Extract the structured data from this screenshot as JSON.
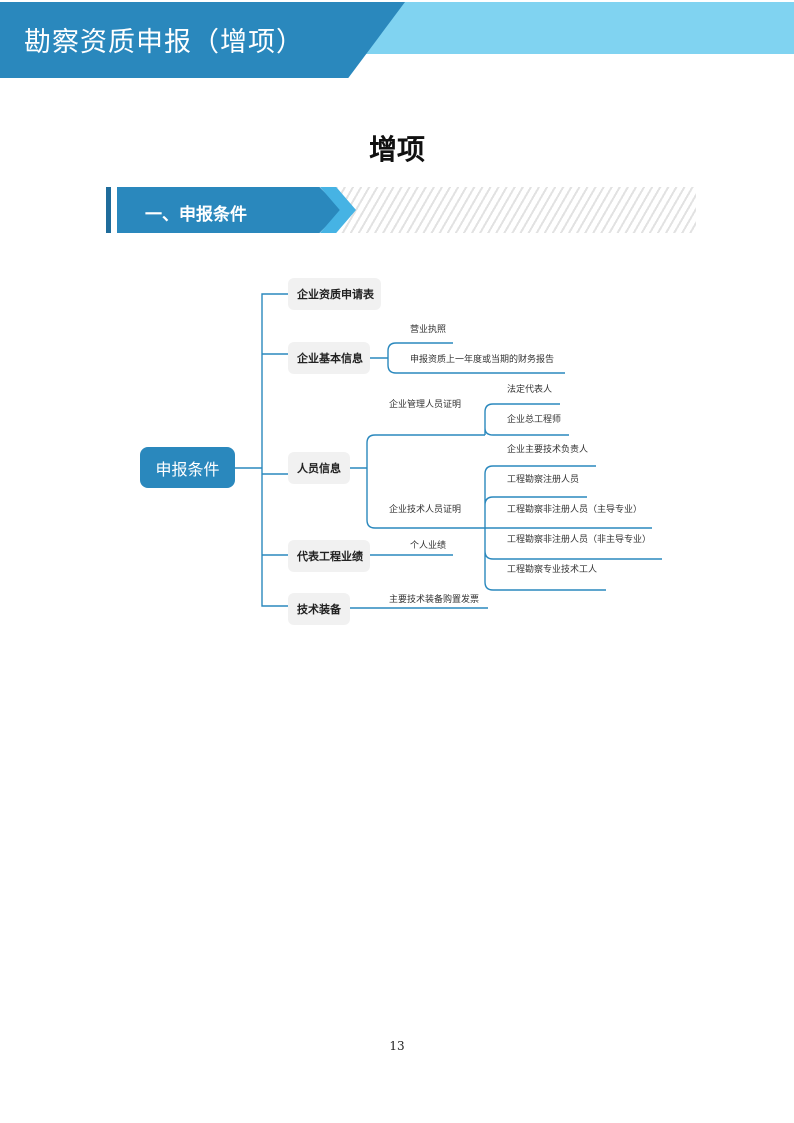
{
  "header": {
    "title": "勘察资质申报（增项）"
  },
  "page_title": "增项",
  "section": {
    "title": "一、申报条件"
  },
  "mindmap": {
    "root": "申报条件",
    "nodes": [
      {
        "label": "企业资质申请表"
      },
      {
        "label": "企业基本信息",
        "children": [
          "营业执照",
          "申报资质上一年度或当期的财务报告"
        ]
      },
      {
        "label": "人员信息",
        "groups": [
          {
            "label": "企业管理人员证明",
            "children": [
              "法定代表人",
              "企业总工程师"
            ]
          },
          {
            "label": "企业技术人员证明",
            "children": [
              "企业主要技术负责人",
              "工程勘察注册人员",
              "工程勘察非注册人员（主导专业）",
              "工程勘察非注册人员（非主导专业）",
              "工程勘察专业技术工人"
            ]
          }
        ]
      },
      {
        "label": "代表工程业绩",
        "children": [
          "个人业绩"
        ]
      },
      {
        "label": "技术装备",
        "children": [
          "主要技术装备购置发票"
        ]
      }
    ]
  },
  "page_number": "13",
  "colors": {
    "primary": "#2a88bd",
    "light": "#80d3f1",
    "line": "#2a88bd"
  }
}
